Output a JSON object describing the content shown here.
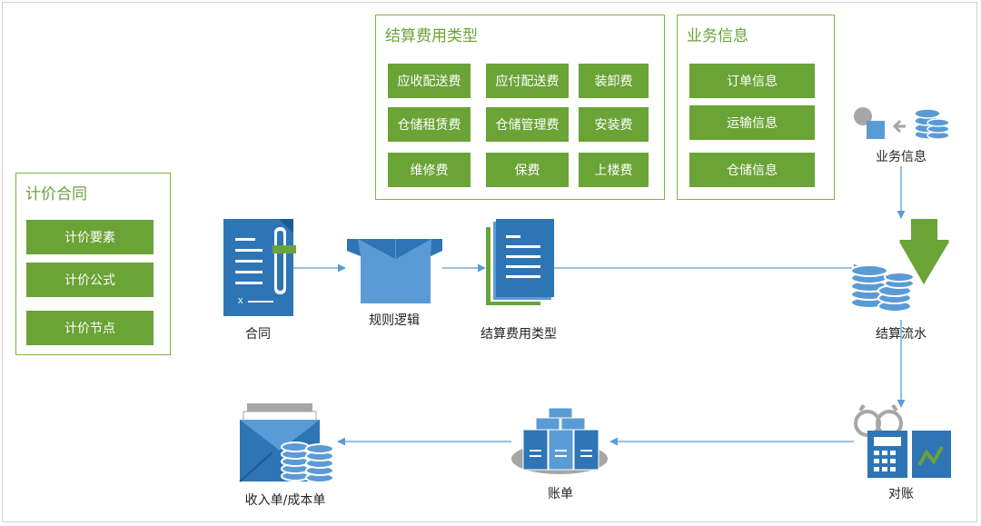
{
  "pricing_contract": {
    "title": "计价合同",
    "items": [
      "计价要素",
      "计价公式",
      "计价节点"
    ]
  },
  "fee_types": {
    "title": "结算费用类型",
    "items": [
      "应收配送费",
      "应付配送费",
      "装卸费",
      "仓储租赁费",
      "仓储管理费",
      "安装费",
      "维修费",
      "保费",
      "上楼费"
    ]
  },
  "business_info": {
    "title": "业务信息",
    "items": [
      "订单信息",
      "运输信息",
      "仓储信息"
    ]
  },
  "flow_nodes": {
    "contract": "合同",
    "rule_logic": "规则逻辑",
    "fee_type": "结算费用类型",
    "business_info": "业务信息",
    "settlement_flow": "结算流水",
    "reconcile": "对账",
    "bill": "账单",
    "income_cost": "收入单/成本单"
  },
  "colors": {
    "green": "#6aa336",
    "green_border": "#7cb342",
    "blue": "#5b9bd5",
    "blue_dark": "#2e75b6",
    "gray": "#a6a6a6",
    "arrow": "#5b9bd5"
  }
}
